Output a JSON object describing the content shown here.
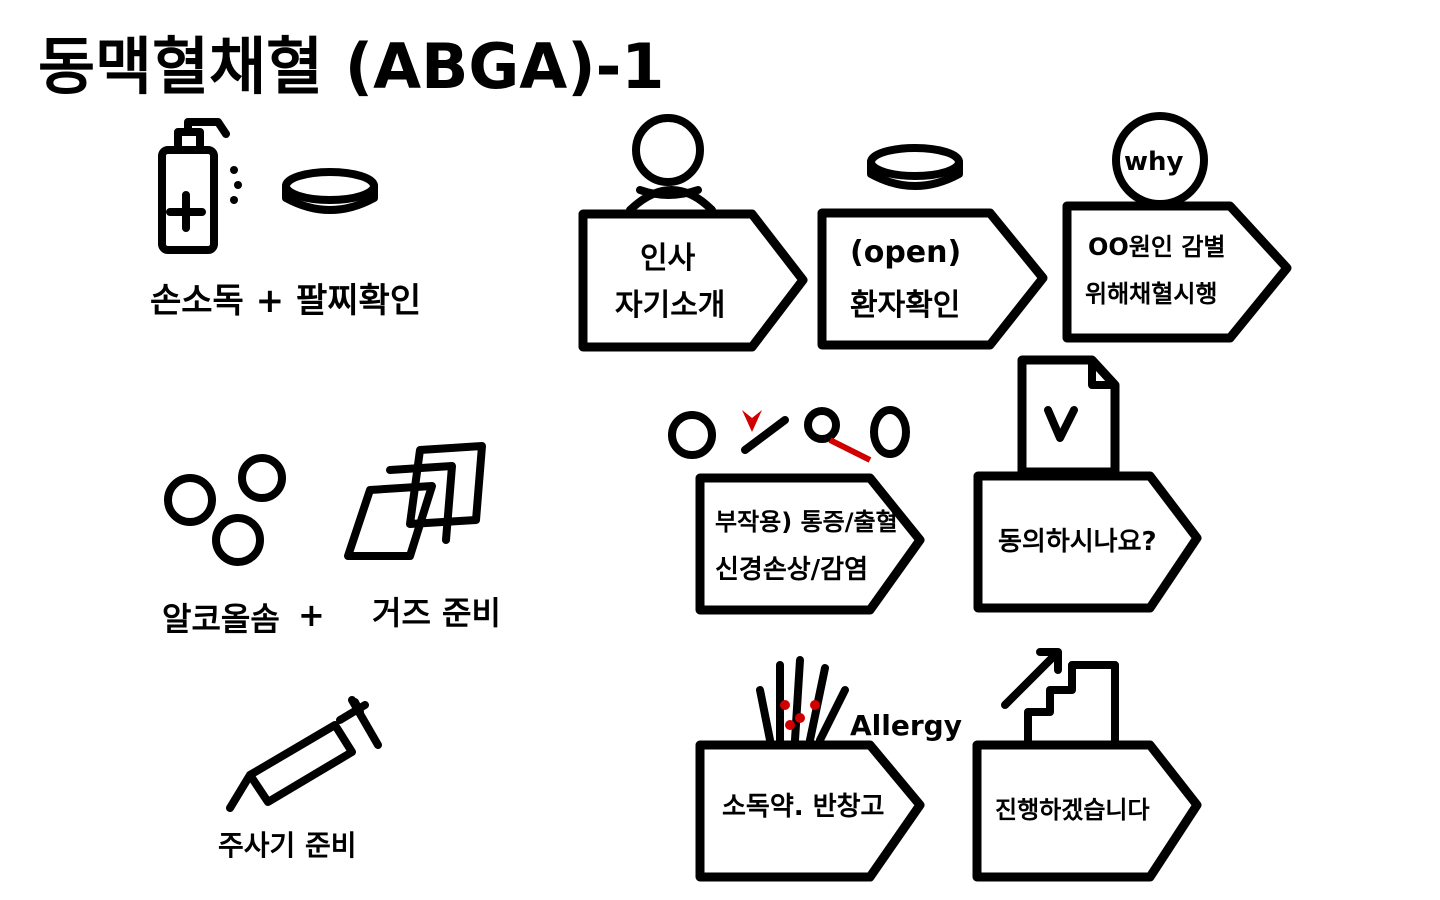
{
  "title": "동맥혈채혈 (ABGA)-1",
  "prep": {
    "hand_wristband": "손소독 + 팔찌확인",
    "alcohol": "알코올솜",
    "plus": "+",
    "gauze": "거즈 준비",
    "syringe": "주사기 준비"
  },
  "steps": [
    {
      "line1": "인사",
      "line2": "자기소개"
    },
    {
      "line1": "(open)",
      "line2": "환자확인"
    },
    {
      "line1": "OO원인 감별",
      "line2": "위해채혈시행",
      "badge": "why"
    },
    {
      "line1": "부작용) 통증/출혈",
      "line2": "신경손상/감염"
    },
    {
      "line1": "동의하시나요?"
    },
    {
      "line1": "소독약. 반창고",
      "note": "Allergy"
    },
    {
      "line1": "진행하겠습니다"
    }
  ],
  "colors": {
    "ink": "#000000",
    "accent": "#d00000"
  }
}
